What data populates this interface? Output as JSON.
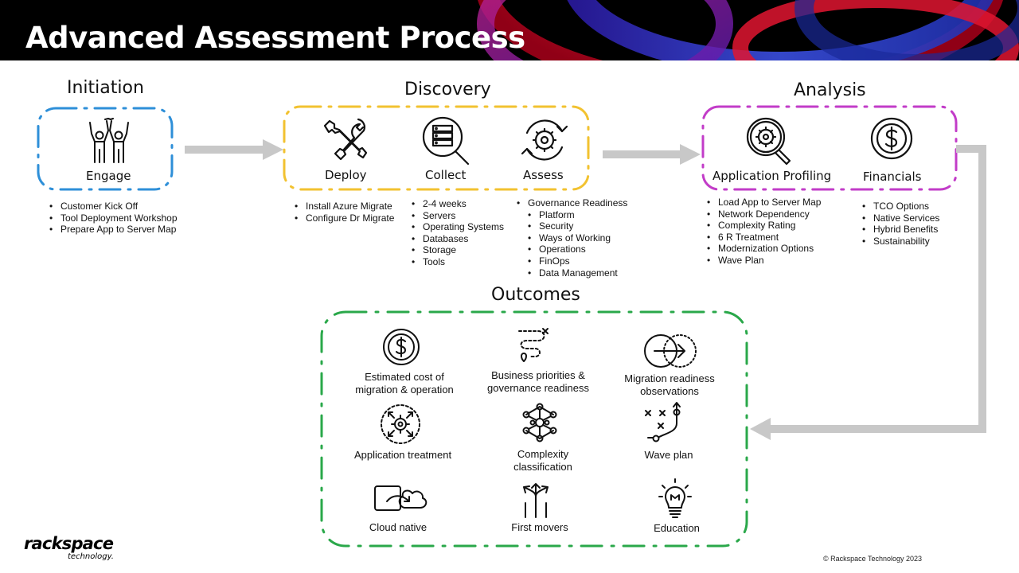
{
  "slide": {
    "title": "Advanced Assessment Process",
    "copyright": "© Rackspace Technology 2023",
    "logo": {
      "primary": "rackspace",
      "secondary": "technology."
    }
  },
  "colors": {
    "initiation": "#2e8fd8",
    "discovery": "#f2c230",
    "analysis": "#c23cc8",
    "outcomes": "#2aa84a",
    "arrow": "#c8c8c8"
  },
  "phases": {
    "initiation": {
      "title": "Initiation",
      "stages": [
        {
          "label": "Engage",
          "icon": "high-five-icon"
        }
      ],
      "bullets": [
        "Customer Kick Off",
        "Tool Deployment Workshop",
        "Prepare App to Server Map"
      ]
    },
    "discovery": {
      "title": "Discovery",
      "stages": [
        {
          "label": "Deploy",
          "icon": "tools-icon"
        },
        {
          "label": "Collect",
          "icon": "server-search-icon"
        },
        {
          "label": "Assess",
          "icon": "gear-cycle-icon"
        }
      ],
      "deploy_bullets": [
        "Install Azure Migrate",
        "Configure Dr Migrate"
      ],
      "collect_bullets": [
        "2-4 weeks",
        "Servers",
        "Operating Systems",
        "Databases",
        "Storage",
        "Tools"
      ],
      "assess_heading": "Governance Readiness",
      "assess_bullets": [
        "Platform",
        "Security",
        "Ways of Working",
        "Operations",
        "FinOps",
        "Data Management"
      ]
    },
    "analysis": {
      "title": "Analysis",
      "stages": [
        {
          "label": "Application Profiling",
          "icon": "gear-magnifier-icon"
        },
        {
          "label": "Financials",
          "icon": "dollar-coin-icon"
        }
      ],
      "profiling_bullets": [
        "Load App to Server Map",
        "Network Dependency",
        "Complexity Rating",
        "6 R Treatment",
        "Modernization Options",
        "Wave Plan"
      ],
      "financial_bullets": [
        "TCO Options",
        "Native Services",
        "Hybrid Benefits",
        "Sustainability"
      ]
    },
    "outcomes": {
      "title": "Outcomes",
      "items": [
        {
          "label": "Estimated cost of\nmigration & operation",
          "icon": "dollar-coin-icon"
        },
        {
          "label": "Business priorities &\ngovernance readiness",
          "icon": "route-path-icon"
        },
        {
          "label": "Migration readiness\nobservations",
          "icon": "circle-arrow-icon"
        },
        {
          "label": "Application treatment",
          "icon": "gear-arrows-icon"
        },
        {
          "label": "Complexity\nclassification",
          "icon": "network-icon"
        },
        {
          "label": "Wave plan",
          "icon": "play-diagram-icon"
        },
        {
          "label": "Cloud native",
          "icon": "cloud-transfer-icon"
        },
        {
          "label": "First movers",
          "icon": "split-arrows-icon"
        },
        {
          "label": "Education",
          "icon": "lightbulb-icon"
        }
      ]
    }
  }
}
